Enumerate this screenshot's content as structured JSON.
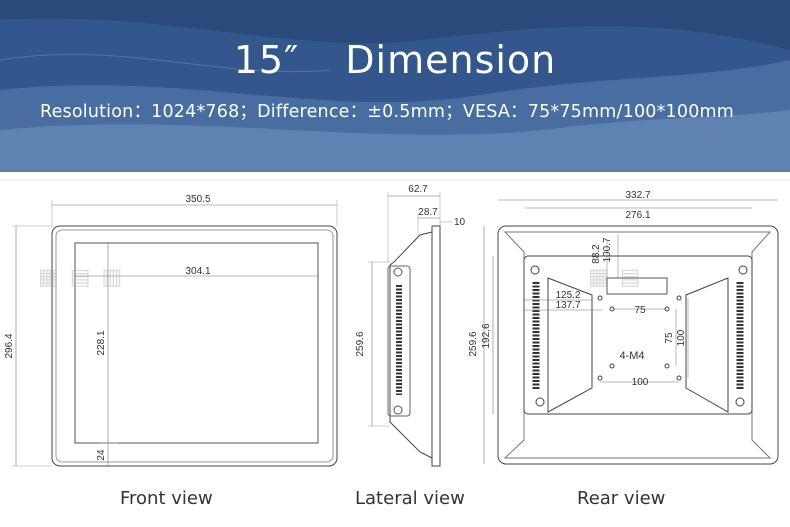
{
  "header": {
    "size": "15″",
    "title": "Dimension",
    "specs": "Resolution：1024*768；Difference：±0.5mm；VESA：75*75mm/100*100mm"
  },
  "front": {
    "outer_width": "350.5",
    "inner_width": "304.1",
    "outer_height": "296.4",
    "inner_height": "228.1",
    "bottom_border": "24",
    "caption": "Front view"
  },
  "lateral": {
    "depth_total": "62.7",
    "depth_body": "28.7",
    "bezel": "10",
    "height": "259.6",
    "caption": "Lateral view"
  },
  "rear": {
    "outer_width": "332.7",
    "inner_width": "276.1",
    "dim_88": "88.2",
    "dim_100": "100.7",
    "dim_125": "125.2",
    "dim_137": "137.7",
    "vesa_75_h": "75",
    "vesa_75_v": "75",
    "vesa_100_h": "100",
    "vesa_100_v": "100",
    "screws": "4-M4",
    "outer_height": "259.6",
    "inner_height": "192.6",
    "caption": "Rear view"
  },
  "colors": {
    "banner_dark": "#2b4f86",
    "banner_mid": "#3d6aa3",
    "banner_light": "#5f87b8",
    "line": "#444444"
  }
}
